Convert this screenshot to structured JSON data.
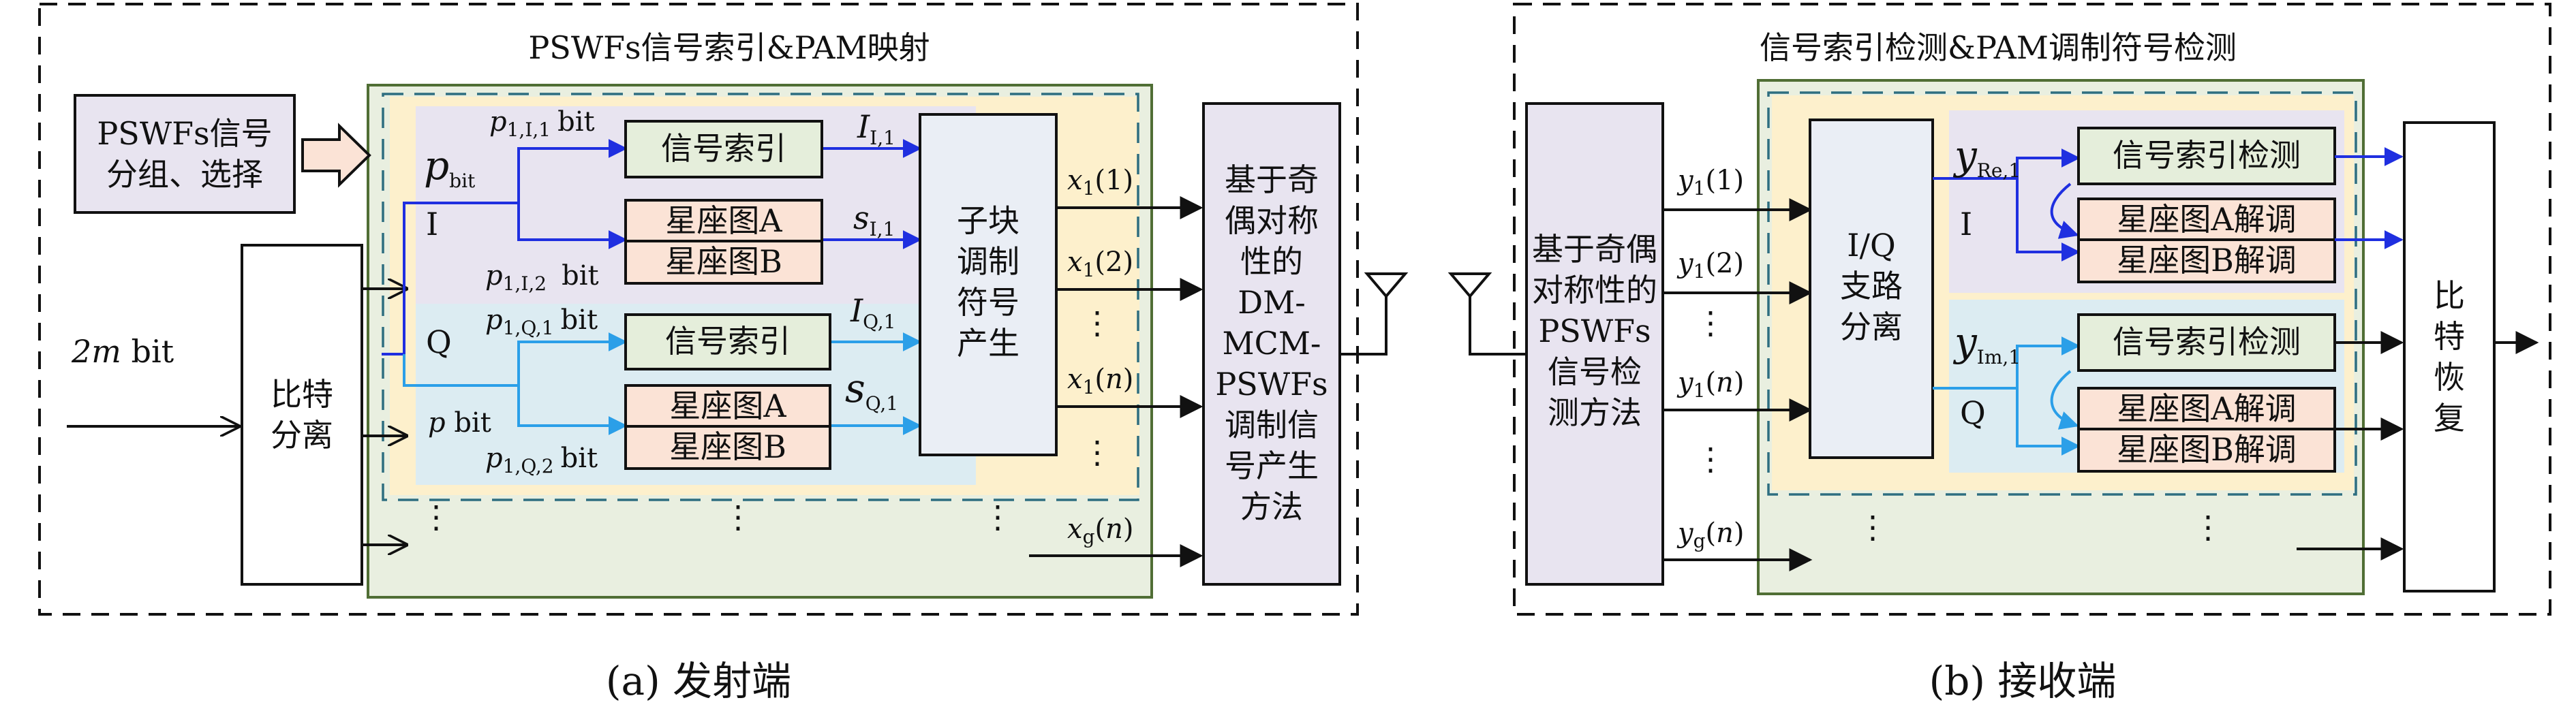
{
  "tx": {
    "section_title": "PSWFs信号索引&PAM映射",
    "group_select": [
      "PSWFs信号",
      "分组、选择"
    ],
    "input_bits": "2m bit",
    "bit_split": [
      "比特",
      "分离"
    ],
    "p_bit": "p",
    "p_bit_sub": "bit",
    "p_bit2": "p bit",
    "I_label": "I",
    "Q_label": "Q",
    "pI11": "p",
    "pI11_sub": "1,I,1",
    "pI11_unit": "bit",
    "pI12": "p",
    "pI12_sub": "1,I,2",
    "pI12_unit": "bit",
    "pQ11": "p",
    "pQ11_sub": "1,Q,1",
    "pQ11_unit": "bit",
    "pQ12": "p",
    "pQ12_sub": "1,Q,2",
    "pQ12_unit": "bit",
    "sig_index": "信号索引",
    "constA": "星座图A",
    "constB": "星座图B",
    "I_I1": "I",
    "I_I1_sub": "I,1",
    "s_I1": "s",
    "s_I1_sub": "I,1",
    "I_Q1": "I",
    "I_Q1_sub": "Q,1",
    "s_Q1": "s",
    "s_Q1_sub": "Q,1",
    "subblock": [
      "子块",
      "调制",
      "符号",
      "产生"
    ],
    "x1": "x",
    "x1_sub": "1",
    "x1_1_arg": "(1)",
    "x1_2_arg": "(2)",
    "x1_n_arg": "(n)",
    "xg": "x",
    "xg_sub": "g",
    "xg_arg": "(n)",
    "dm_method": [
      "基于奇",
      "偶对称",
      "性的",
      "DM-",
      "MCM-",
      "PSWFs",
      "调制信",
      "号产生",
      "方法"
    ],
    "caption": "(a) 发射端"
  },
  "rx": {
    "section_title": "信号索引检测&PAM调制符号检测",
    "det_method": [
      "基于奇偶",
      "对称性的",
      "PSWFs",
      "信号检",
      "测方法"
    ],
    "y1": "y",
    "y1_sub": "1",
    "y1_1_arg": "(1)",
    "y1_2_arg": "(2)",
    "y1_n_arg": "(n)",
    "yg": "y",
    "yg_sub": "g",
    "yg_arg": "(n)",
    "iq_split": [
      "I/Q",
      "支路",
      "分离"
    ],
    "yRe": "y",
    "yRe_sub": "Re,1",
    "yIm": "y",
    "yIm_sub": "Im,1",
    "I_label": "I",
    "Q_label": "Q",
    "sig_index_det": "信号索引检测",
    "constA_demod": "星座图A解调",
    "constB_demod": "星座图B解调",
    "bit_recover": [
      "比",
      "特",
      "恢",
      "复"
    ],
    "caption": "(b) 接收端"
  },
  "dots": "⋮",
  "colors": {
    "purple_bg": "#e8e4f0",
    "blue_bg": "#dcecf2",
    "yellow_bg": "#fdf0cc",
    "green_bg": "#e9efe0",
    "green_box": "#e5eedb",
    "peach_box": "#fbe3d6",
    "arrow_dark_blue": "#1f2fe0",
    "arrow_light_blue": "#2b9fe8",
    "border_green": "#506e35",
    "border_teal": "#2e6e80"
  }
}
